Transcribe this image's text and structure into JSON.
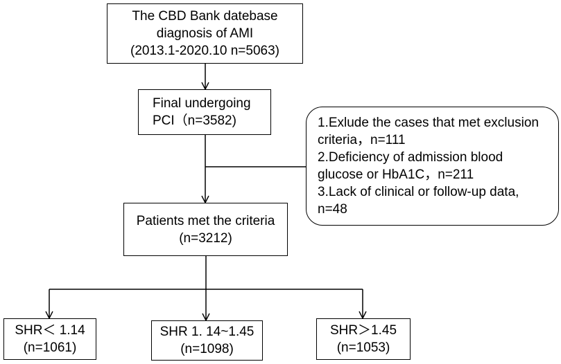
{
  "nodes": {
    "source": {
      "lines": [
        "The CBD Bank datebase",
        "diagnosis of AMI",
        "(2013.1-2020.10  n=5063)"
      ]
    },
    "pci": {
      "lines": [
        "Final undergoing",
        "PCI（n=3582)"
      ]
    },
    "exclusion": {
      "lines": [
        "1.Exlude the cases that met exclusion",
        "criteria，n=111",
        "2.Deficiency of admission blood",
        "glucose or HbA1C，n=211",
        "3.Lack of clinical or follow-up data,",
        "n=48"
      ]
    },
    "criteria": {
      "lines": [
        "Patients met the criteria",
        "(n=3212)"
      ]
    },
    "groups": [
      {
        "lines": [
          "SHR＜ 1.14",
          "(n=1061)"
        ]
      },
      {
        "lines": [
          "SHR 1. 14~1.45",
          "(n=1098)"
        ]
      },
      {
        "lines": [
          "SHR＞1.45",
          "(n=1053)"
        ]
      }
    ]
  },
  "edges": [
    {
      "from": "source",
      "to": "pci"
    },
    {
      "from": "pci",
      "to": "criteria"
    },
    {
      "from": "exclusion",
      "to": "pci-criteria-link"
    },
    {
      "from": "criteria",
      "to": "groups.0"
    },
    {
      "from": "criteria",
      "to": "groups.1"
    },
    {
      "from": "criteria",
      "to": "groups.2"
    }
  ]
}
